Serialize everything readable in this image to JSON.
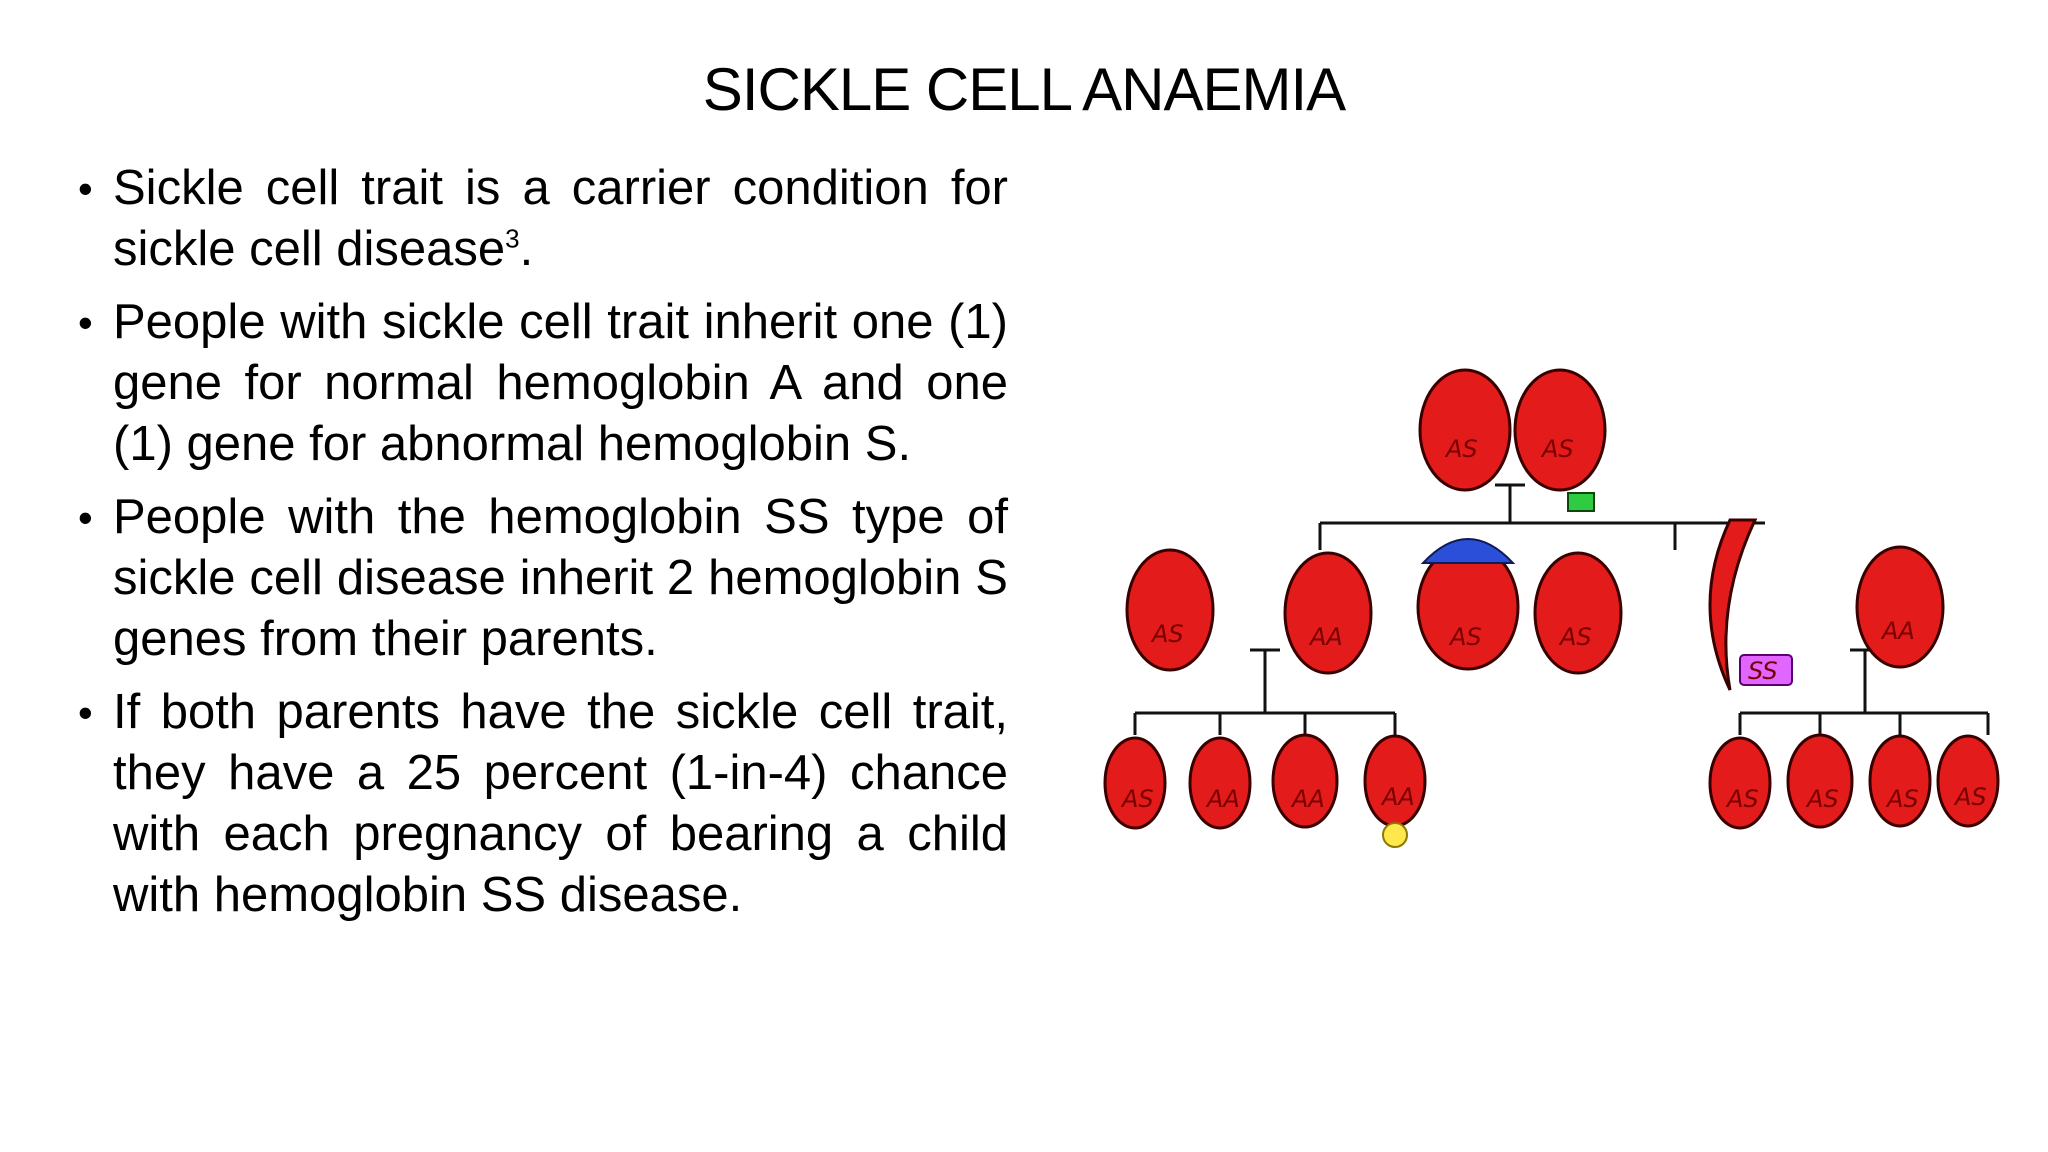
{
  "slide": {
    "title": "SICKLE CELL ANAEMIA",
    "bullets": [
      {
        "text": "Sickle cell trait is a carrier condition for sickle cell disease",
        "sup": "3",
        "tail": "."
      },
      {
        "text": "People with sickle cell trait inherit one (1) gene for normal hemoglobin A and one (1) gene for abnormal hemoglobin S.",
        "sup": "",
        "tail": ""
      },
      {
        "text": "People with the hemoglobin SS type of sickle cell disease inherit 2 hemoglobin S genes from their parents.",
        "sup": "",
        "tail": ""
      },
      {
        "text": "If both parents have the sickle cell trait, they have a 25 percent (1-in-4) chance with each pregnancy of bearing a child with hemoglobin SS disease.",
        "sup": "",
        "tail": ""
      }
    ]
  },
  "illustration": {
    "parents": [
      "AS",
      "AS"
    ],
    "children": [
      "AS",
      "AA",
      "AS",
      "AS",
      "SS",
      "AA"
    ],
    "grandchildren_left": [
      "AS",
      "AA",
      "AA",
      "AA"
    ],
    "grandchildren_right": [
      "AS",
      "AS",
      "AS",
      "AS"
    ],
    "colors": {
      "cell": "#e31b1b",
      "cell_stroke": "#3a0000",
      "line": "#111111",
      "bag_green": "#2ecc40",
      "bag_magenta": "#e066ff",
      "cap_blue": "#2b4fd8",
      "ball_yellow": "#ffe74c"
    }
  }
}
